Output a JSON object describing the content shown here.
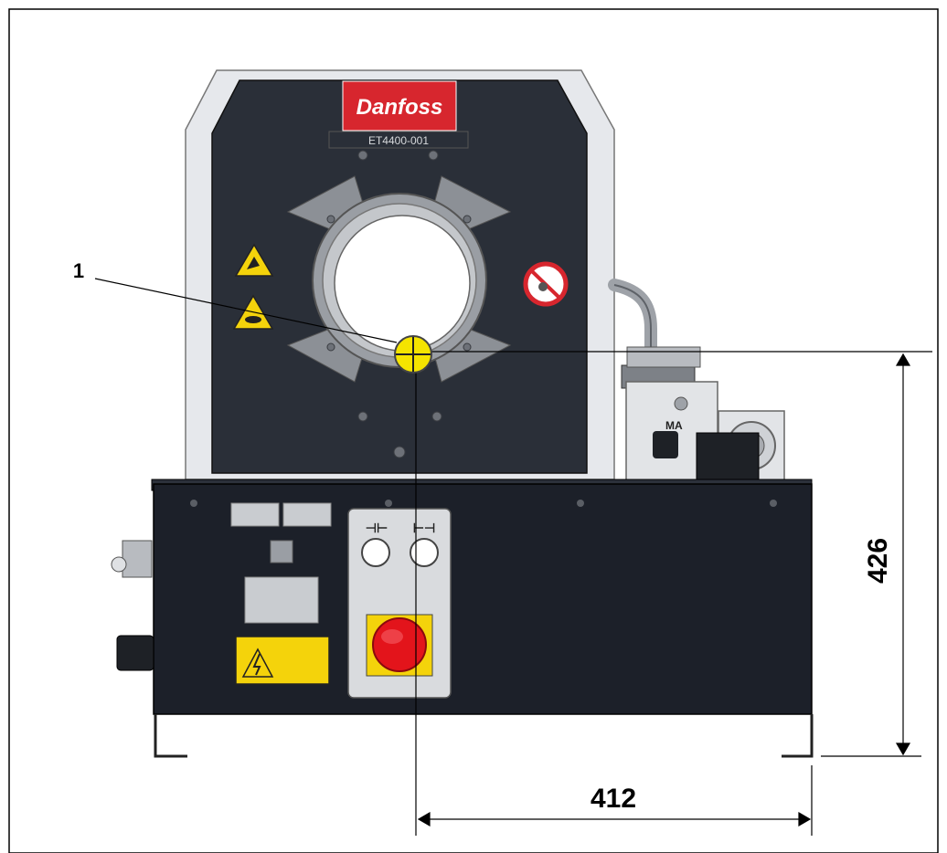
{
  "brand": {
    "logo_text": "Danfoss",
    "model": "ET4400-001"
  },
  "callout": {
    "label": "1"
  },
  "dimensions": {
    "height": "426",
    "width": "412"
  },
  "panel": {
    "ma_label": "MA"
  },
  "colors": {
    "head": "#2a2f38",
    "housing": "#e6e8ec",
    "base": "#1c2029",
    "logo": "#d7262e",
    "callout": "#f5e400",
    "warning": "#f4d30b",
    "estop": "#e3141b"
  },
  "icons": [
    "crush-warning-icon",
    "hand-warning-icon",
    "no-entry-icon",
    "open-jaw-icon",
    "close-jaw-icon",
    "emergency-stop-icon",
    "electrical-hazard-icon",
    "cable-gland-icon"
  ]
}
